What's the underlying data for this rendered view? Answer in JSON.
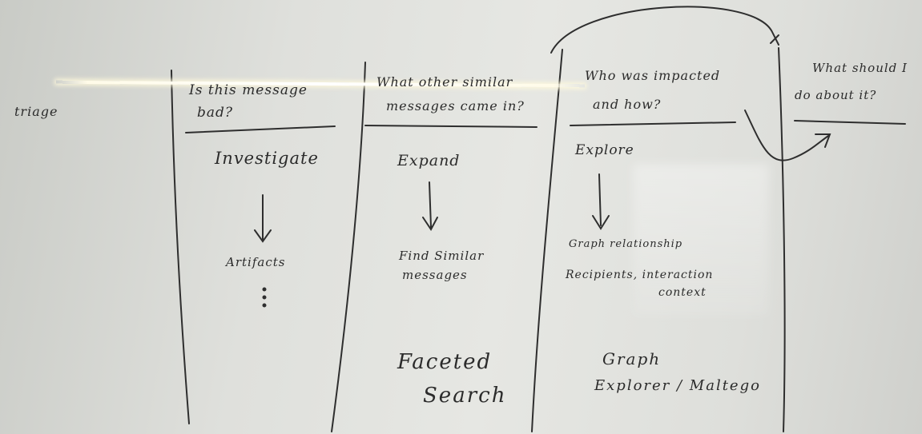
{
  "left_label": "triage",
  "columns": [
    {
      "question_line1": "Is this message",
      "question_line2": "bad?",
      "action": "Investigate",
      "result": "Artifacts",
      "more": "⋮"
    },
    {
      "question_line1": "What other similar",
      "question_line2": "messages came in?",
      "action": "Expand",
      "result_line1": "Find Similar",
      "result_line2": "messages",
      "tool_line1": "Faceted",
      "tool_line2": "Search"
    },
    {
      "question_line1": "Who was impacted",
      "question_line2": "and how?",
      "action": "Explore",
      "result_line1": "Graph relationship",
      "result_line2": "Recipients, interaction",
      "result_line3": "context",
      "tool_line1": "Graph",
      "tool_line2": "Explorer / Maltego"
    },
    {
      "question_line1": "What should I",
      "question_line2": "do about it?"
    }
  ],
  "colors": {
    "board": "#e2e3df",
    "ink": "#2b2b2b"
  }
}
